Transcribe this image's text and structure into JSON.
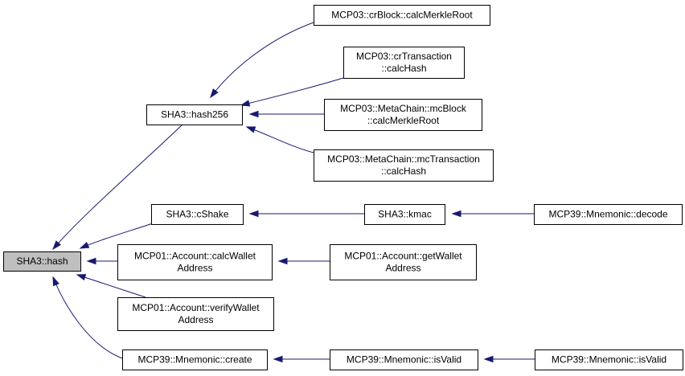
{
  "graph": {
    "nodes": [
      {
        "id": "sha3_hash",
        "lines": [
          "SHA3::hash"
        ],
        "root": true
      },
      {
        "id": "sha3_hash256",
        "lines": [
          "SHA3::hash256"
        ]
      },
      {
        "id": "mcp03_crblock_merkle",
        "lines": [
          "MCP03::crBlock::calcMerkleRoot"
        ]
      },
      {
        "id": "mcp03_crtx_calchash",
        "lines": [
          "MCP03::crTransaction",
          "::calcHash"
        ]
      },
      {
        "id": "mcp03_mcblock_merkle",
        "lines": [
          "MCP03::MetaChain::mcBlock",
          "::calcMerkleRoot"
        ]
      },
      {
        "id": "mcp03_mctx_calchash",
        "lines": [
          "MCP03::MetaChain::mcTransaction",
          "::calcHash"
        ]
      },
      {
        "id": "sha3_cshake",
        "lines": [
          "SHA3::cShake"
        ]
      },
      {
        "id": "sha3_kmac",
        "lines": [
          "SHA3::kmac"
        ]
      },
      {
        "id": "mcp39_decode",
        "lines": [
          "MCP39::Mnemonic::decode"
        ]
      },
      {
        "id": "mcp01_calcwallet",
        "lines": [
          "MCP01::Account::calcWallet",
          "Address"
        ]
      },
      {
        "id": "mcp01_getwallet",
        "lines": [
          "MCP01::Account::getWallet",
          "Address"
        ]
      },
      {
        "id": "mcp01_verifywallet",
        "lines": [
          "MCP01::Account::verifyWallet",
          "Address"
        ]
      },
      {
        "id": "mcp39_create",
        "lines": [
          "MCP39::Mnemonic::create"
        ]
      },
      {
        "id": "mcp39_isvalid_1",
        "lines": [
          "MCP39::Mnemonic::isValid"
        ]
      },
      {
        "id": "mcp39_isvalid_2",
        "lines": [
          "MCP39::Mnemonic::isValid"
        ]
      }
    ],
    "edges": [
      {
        "from": "sha3_hash256",
        "to": "sha3_hash"
      },
      {
        "from": "mcp03_crblock_merkle",
        "to": "sha3_hash256"
      },
      {
        "from": "mcp03_crtx_calchash",
        "to": "sha3_hash256"
      },
      {
        "from": "mcp03_mcblock_merkle",
        "to": "sha3_hash256"
      },
      {
        "from": "mcp03_mctx_calchash",
        "to": "sha3_hash256"
      },
      {
        "from": "sha3_cshake",
        "to": "sha3_hash"
      },
      {
        "from": "sha3_kmac",
        "to": "sha3_cshake"
      },
      {
        "from": "mcp39_decode",
        "to": "sha3_kmac"
      },
      {
        "from": "mcp01_calcwallet",
        "to": "sha3_hash"
      },
      {
        "from": "mcp01_getwallet",
        "to": "mcp01_calcwallet"
      },
      {
        "from": "mcp01_verifywallet",
        "to": "sha3_hash"
      },
      {
        "from": "mcp39_create",
        "to": "sha3_hash"
      },
      {
        "from": "mcp39_isvalid_1",
        "to": "mcp39_create"
      },
      {
        "from": "mcp39_isvalid_2",
        "to": "mcp39_isvalid_1"
      }
    ],
    "colors": {
      "edge": "#191970",
      "root_fill": "#bfbfbf",
      "node_fill": "#ffffff",
      "node_border": "#000000"
    }
  }
}
